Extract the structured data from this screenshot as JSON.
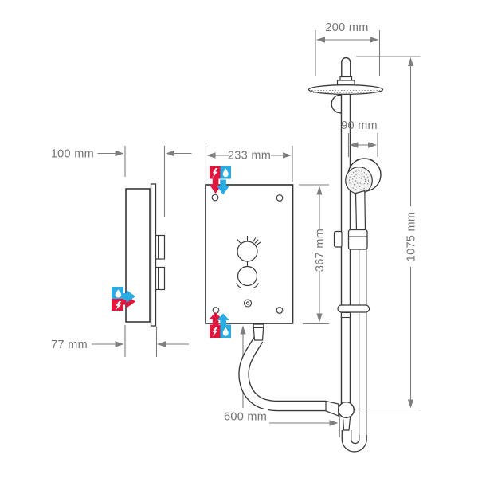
{
  "diagram": {
    "type": "technical-drawing",
    "subject": "Electric shower unit with shower head rail kit - installation dimensions",
    "labels": {
      "unit_depth_total": "100 mm",
      "unit_depth_body": "77 mm",
      "panel_width": "233 mm",
      "panel_height": "367 mm",
      "head_diameter": "200 mm",
      "handset_diameter": "90 mm",
      "rail_assembly_height": "1075 mm",
      "hose_run": "600 mm"
    },
    "colors": {
      "electric_red": "#e2173d",
      "water_blue": "#2aabe2",
      "icon_white": "#ffffff",
      "line_dark": "#383838",
      "dimension_gray": "#7e7e7e"
    },
    "icons": [
      "lightning-bolt-icon",
      "water-drop-icon"
    ]
  }
}
